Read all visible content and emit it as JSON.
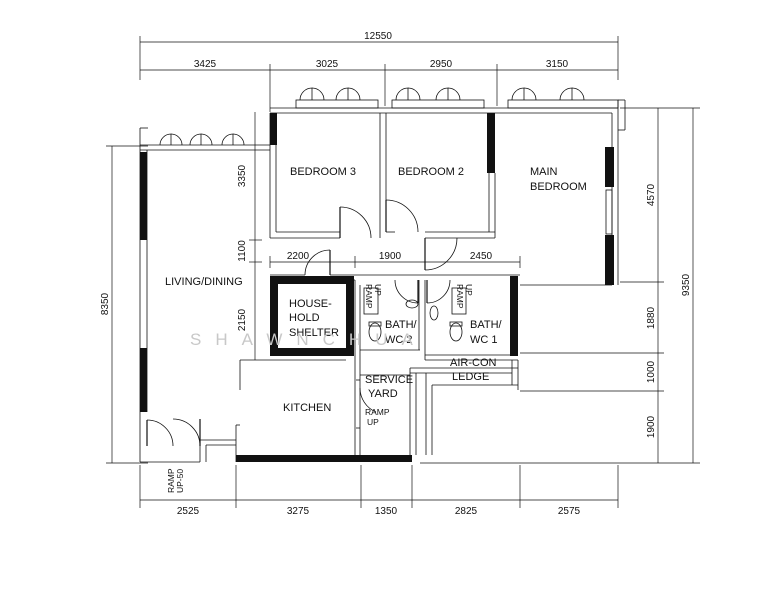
{
  "dimensions": {
    "overall_top": "12550",
    "top": [
      "3425",
      "3025",
      "2950",
      "3150"
    ],
    "bottom": [
      "2525",
      "3275",
      "1350",
      "2825",
      "2575"
    ],
    "left_overall": "8350",
    "right_overall": "9350",
    "right_segments": [
      "4570",
      "1880",
      "1000",
      "1900"
    ],
    "inner_vertical": [
      "3350",
      "1100",
      "2150"
    ],
    "inner_horizontal": [
      "2200",
      "1900",
      "2450"
    ]
  },
  "rooms": {
    "bedroom3": "BEDROOM 3",
    "bedroom2": "BEDROOM 2",
    "main_bedroom_1": "MAIN",
    "main_bedroom_2": "BEDROOM",
    "living_dining": "LIVING/DINING",
    "shelter_1": "HOUSE-",
    "shelter_2": "HOLD",
    "shelter_3": "SHELTER",
    "bath2_1": "BATH/",
    "bath2_2": "WC 2",
    "bath1_1": "BATH/",
    "bath1_2": "WC 1",
    "aircon_1": "AIR-CON",
    "aircon_2": "LEDGE",
    "kitchen": "KITCHEN",
    "service_1": "SERVICE",
    "service_2": "YARD"
  },
  "ramps": {
    "ramp_label": "RAMP",
    "up_label": "UP",
    "up50_label": "UP-50"
  },
  "watermark": "SHAWNCHUA"
}
